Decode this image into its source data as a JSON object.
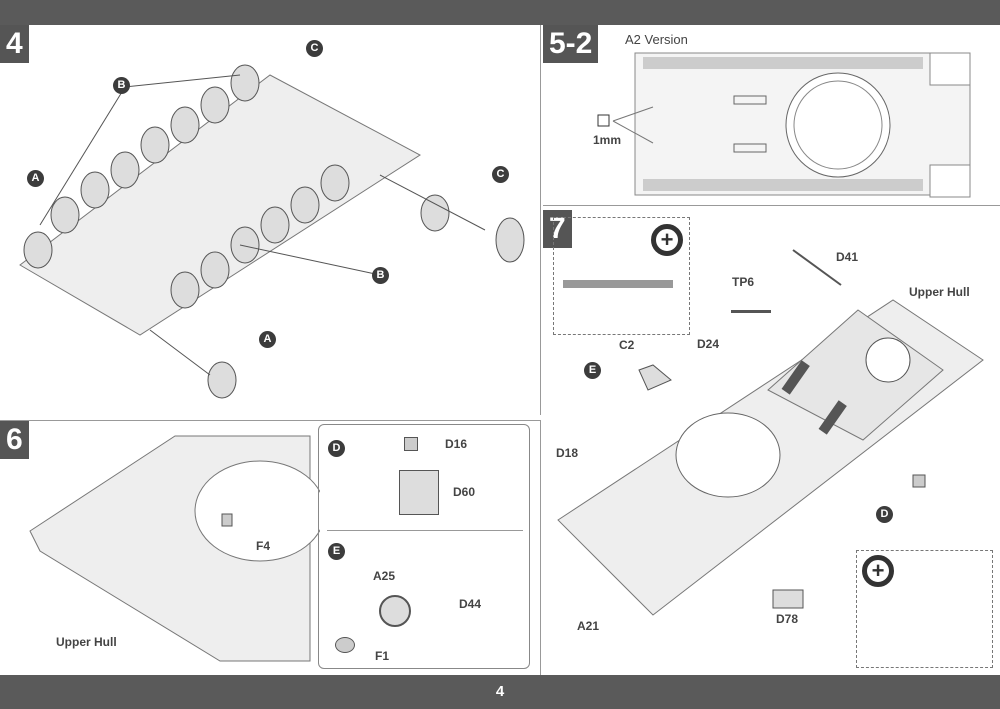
{
  "page_number": "4",
  "step4": {
    "number": "4",
    "callouts": [
      "A",
      "B",
      "C",
      "A",
      "B",
      "C"
    ]
  },
  "step52": {
    "number": "5-2",
    "title": "A2 Version",
    "drill_size": "1mm"
  },
  "step6": {
    "number": "6",
    "labels": {
      "f4": "F4",
      "upper_hull": "Upper Hull"
    },
    "sub_d": {
      "circle": "D",
      "d16": "D16",
      "d60": "D60"
    },
    "sub_e": {
      "circle": "E",
      "a25": "A25",
      "d44": "D44",
      "f1": "F1"
    }
  },
  "step7": {
    "number": "7",
    "labels": {
      "d41": "D41",
      "tp6": "TP6",
      "upper_hull": "Upper Hull",
      "c2": "C2",
      "d24": "D24",
      "d18": "D18",
      "a21": "A21",
      "d78": "D78"
    },
    "circles": {
      "e": "E",
      "d": "D"
    },
    "zoom_icon": "+"
  }
}
